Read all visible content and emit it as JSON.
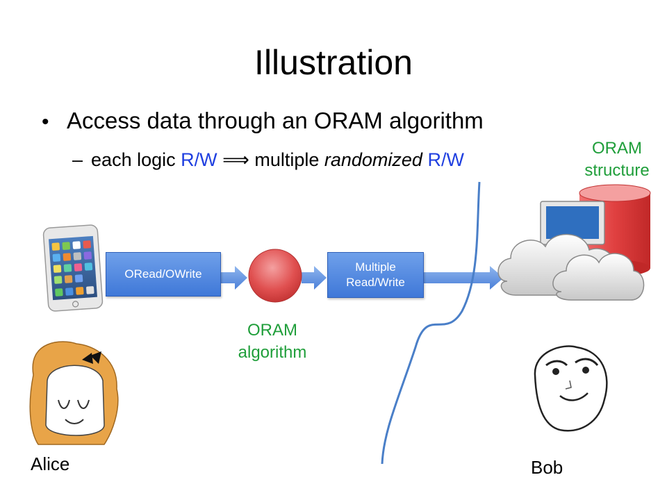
{
  "slide": {
    "title": "Illustration",
    "bullet": "Access data through an ORAM algorithm",
    "sub_dash": "–",
    "sub_part1": "each logic ",
    "sub_rw1": "R/W",
    "sub_arrow": " ⟹ ",
    "sub_part2": "multiple ",
    "sub_randomized": "randomized",
    "sub_rw2": "R/W"
  },
  "diagram": {
    "box_left": "ORead/OWrite",
    "box_right_line1": "Multiple",
    "box_right_line2": "Read/Write",
    "oram_algorithm_line1": "ORAM",
    "oram_algorithm_line2": "algorithm",
    "oram_structure_line1": "ORAM",
    "oram_structure_line2": "structure",
    "alice": "Alice",
    "bob": "Bob"
  },
  "colors": {
    "accent_blue": "#1f3fe0",
    "label_green": "#1f9e3a",
    "box_blue": "#4a82dc",
    "circle_red": "#e05050",
    "cylinder_red": "#e04040"
  }
}
